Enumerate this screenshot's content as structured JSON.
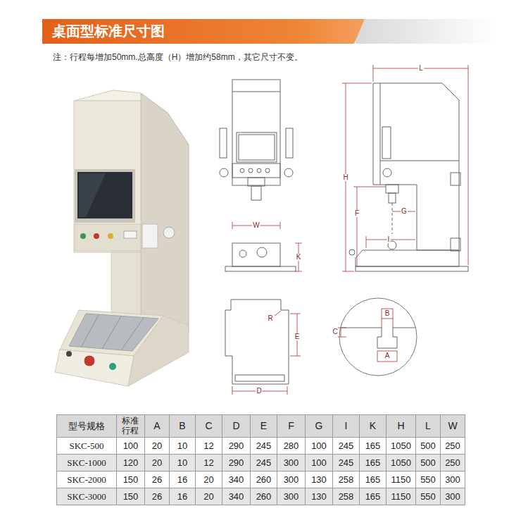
{
  "diagram": {
    "title": "桌面型标准尺寸图",
    "labels": [
      "注：行程每增加50mm.总高度（H）增加约58mm，其它尺寸不变。",
      "W",
      "K",
      "L",
      "H",
      "F",
      "G",
      "I",
      "R",
      "E",
      "D",
      "B",
      "C",
      "A",
      "型号规格",
      "标准 行程",
      "A",
      "B",
      "C",
      "D",
      "E",
      "F",
      "G",
      "I",
      "K",
      "H",
      "L",
      "W",
      "SKC-500",
      "100",
      "20",
      "10",
      "12",
      "290",
      "245",
      "280",
      "100",
      "245",
      "165",
      "1050",
      "500",
      "250",
      "SKC-1000",
      "120",
      "20",
      "10",
      "12",
      "290",
      "245",
      "300",
      "100",
      "245",
      "165",
      "1050",
      "500",
      "250",
      "SKC-2000",
      "150",
      "26",
      "16",
      "20",
      "340",
      "260",
      "300",
      "130",
      "258",
      "165",
      "1150",
      "550",
      "300",
      "SKC-3000",
      "150",
      "26",
      "16",
      "20",
      "340",
      "260",
      "300",
      "130",
      "258",
      "165",
      "1150",
      "550",
      "300"
    ]
  }
}
